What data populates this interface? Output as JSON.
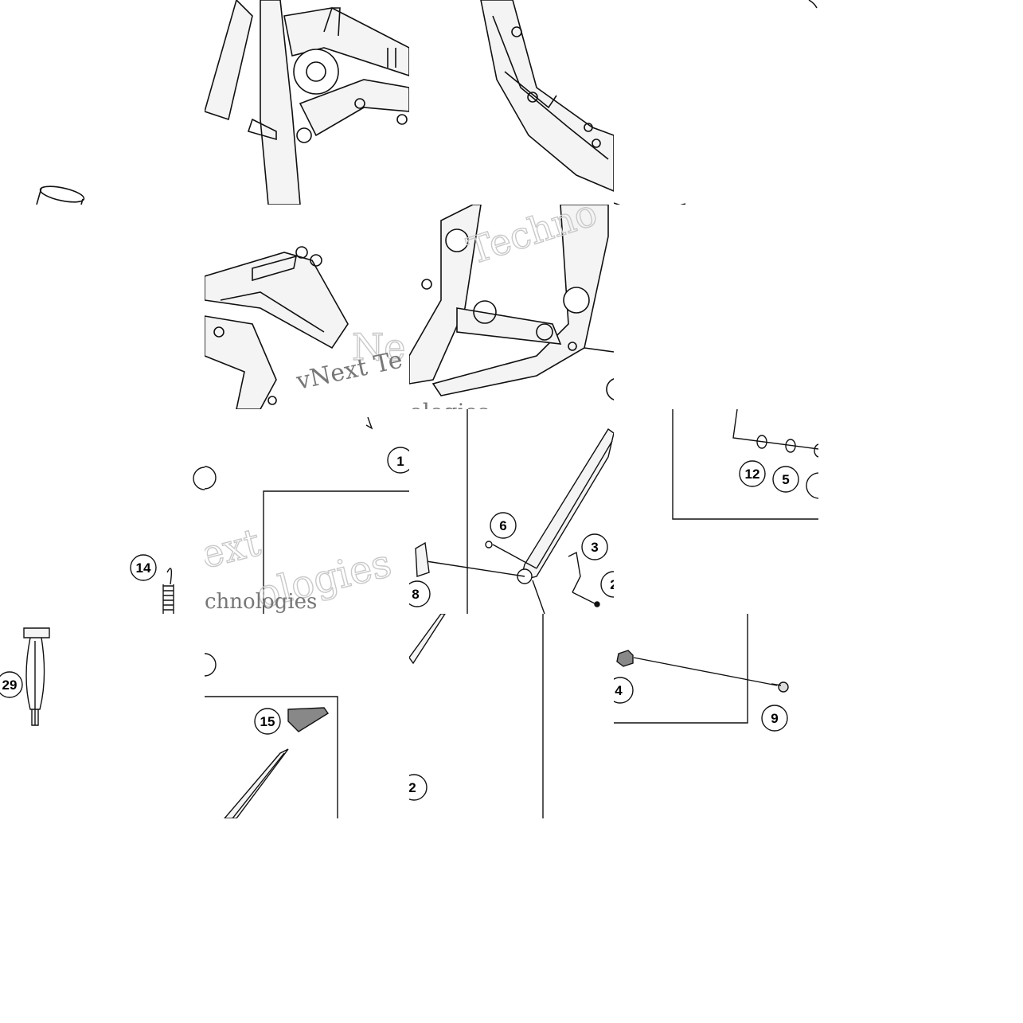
{
  "watermark": {
    "line1": "Next",
    "line2": "Technologies",
    "combined": "Next Technologies",
    "fragment_ne": "Ne",
    "fragment_techno": "Techno",
    "fragment_ologies": "ologies",
    "fragment_ext": "ext",
    "fragment_chnologies": "chnologies"
  },
  "callouts": {
    "c1": "1",
    "c2": "2",
    "c3": "3",
    "c4": "4",
    "c5": "5",
    "c6": "6",
    "c8": "8",
    "c9": "9",
    "c12": "12",
    "c14": "14",
    "c15": "15",
    "c29": "29"
  },
  "colors": {
    "ink": "#111111",
    "frame_fill": "#f4f4f4",
    "watermark": "#c9c9c9"
  }
}
